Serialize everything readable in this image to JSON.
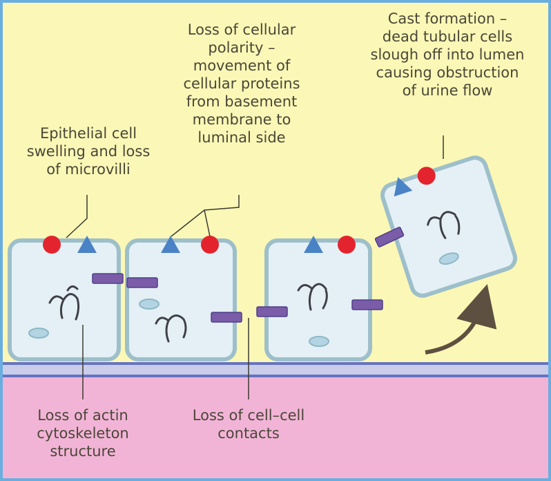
{
  "labels": {
    "epithelial_swelling": [
      "Epithelial cell",
      "swelling and loss",
      "of microvilli"
    ],
    "loss_of_polarity": [
      "Loss of cellular",
      "polarity –",
      "movement of",
      "cellular proteins",
      "from basement",
      "membrane to",
      "luminal side"
    ],
    "cast_formation": [
      "Cast formation –",
      "dead tubular cells",
      "slough off into lumen",
      "causing obstruction",
      "of urine flow"
    ],
    "loss_of_actin": [
      "Loss of actin",
      "cytoskeleton",
      "structure"
    ],
    "loss_of_contacts": [
      "Loss of cell–cell",
      "contacts"
    ]
  },
  "colors": {
    "lumen": "#fbf7b6",
    "interstitium": "#f2b4d6",
    "membrane": "#6673c2",
    "cell_fill": "#e4f0f5",
    "cell_border": "#9dbfca",
    "red_dot": "#e3242e",
    "blue_triangle": "#4a82c6",
    "junction": "#7a5ca8",
    "text": "#4a4638",
    "frame": "#6aaee0"
  }
}
